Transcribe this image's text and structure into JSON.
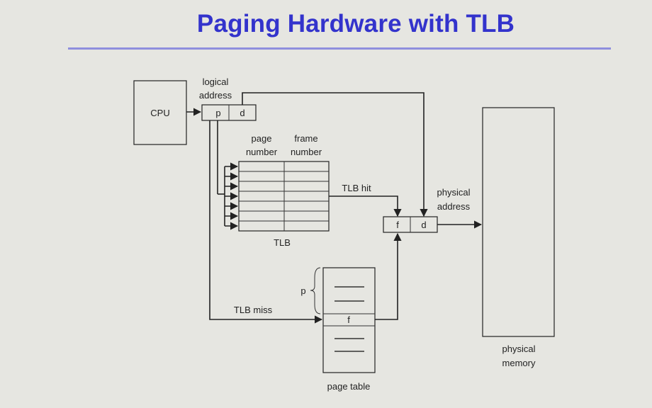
{
  "slide": {
    "title": "Paging Hardware with TLB"
  },
  "diagram": {
    "cpu_label": "CPU",
    "logical_address_label": [
      "logical",
      "address"
    ],
    "logical_address_fields": {
      "p": "p",
      "d": "d"
    },
    "tlb": {
      "column_headers": [
        [
          "page",
          "number"
        ],
        [
          "frame",
          "number"
        ]
      ],
      "label": "TLB",
      "hit_label": "TLB hit",
      "miss_label": "TLB miss"
    },
    "physical_address_label": [
      "physical",
      "address"
    ],
    "physical_address_fields": {
      "f": "f",
      "d": "d"
    },
    "page_table": {
      "p_marker": "p",
      "f_entry": "f",
      "label": "page table"
    },
    "physical_memory_label": [
      "physical",
      "memory"
    ]
  },
  "colors": {
    "title": "#3333cc",
    "title_rule": "#8f8fdd",
    "background": "#e6e6e1",
    "ink": "#222222"
  }
}
